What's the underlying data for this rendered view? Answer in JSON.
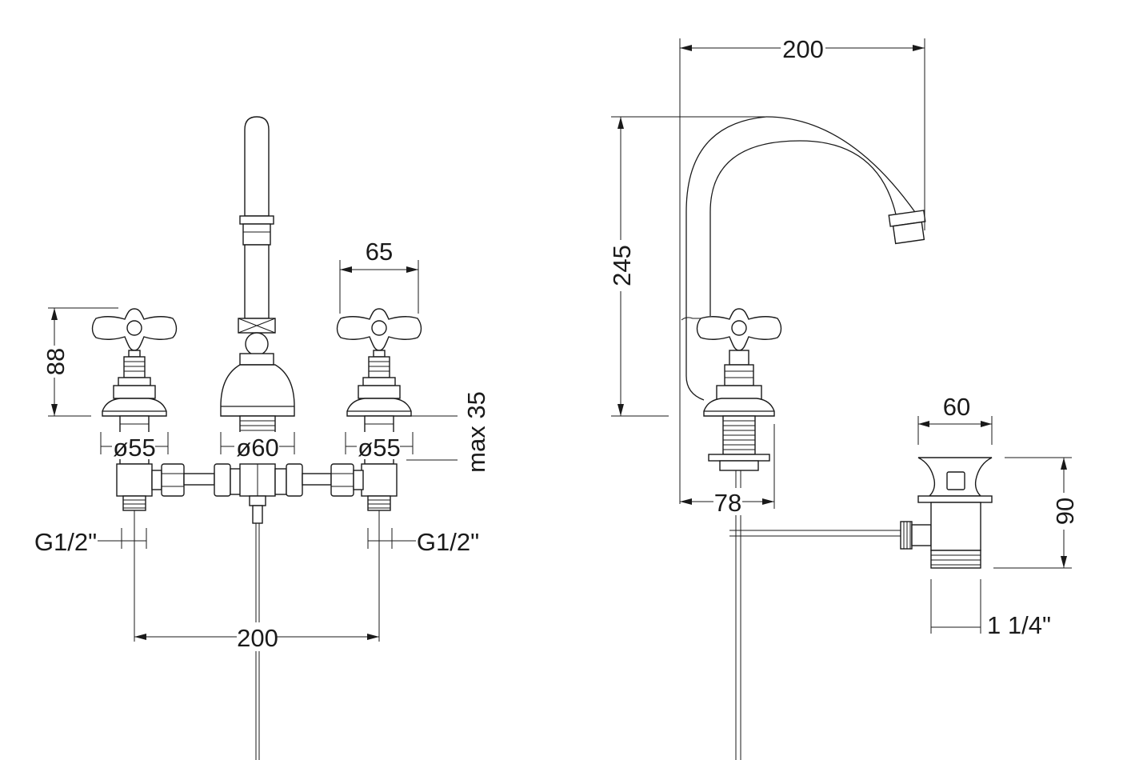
{
  "dimensions": {
    "front_spout_width": "65",
    "front_handle_height": "88",
    "front_max_deck": "max 35",
    "front_left_diameter": "ø55",
    "front_center_diameter": "ø60",
    "front_right_diameter": "ø55",
    "front_left_thread": "G1/2\"",
    "front_right_thread": "G1/2\"",
    "front_spacing": "200",
    "side_reach": "200",
    "side_height": "245",
    "side_base": "78",
    "waste_width": "60",
    "waste_height": "90",
    "waste_thread": "1 1/4\""
  },
  "line_color": "#1a1a1a",
  "background": "#ffffff"
}
